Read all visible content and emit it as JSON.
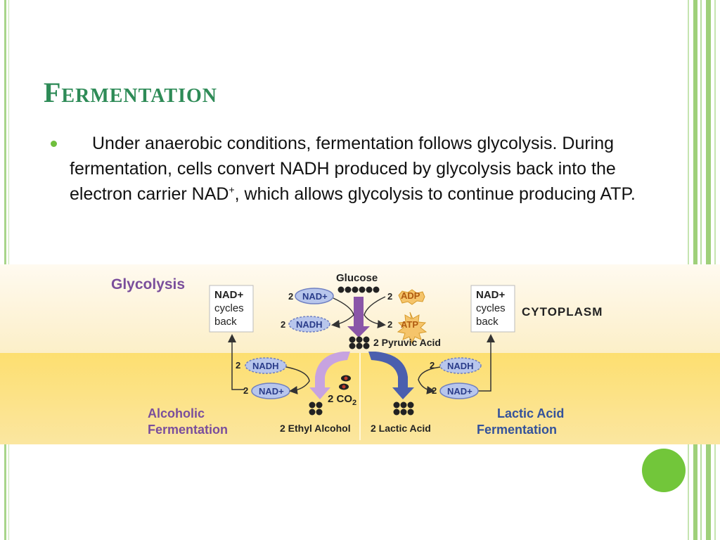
{
  "slide": {
    "title": "Fermentation",
    "bullet": {
      "text_before_sup": "Under anaerobic conditions, fermentation follows glycolysis. During fermentation, cells convert NADH produced by glycolysis back into the electron carrier NAD",
      "sup": "+",
      "text_after_sup": ", which allows glycolysis to continue producing ATP."
    }
  },
  "diagram": {
    "glycolysis_label": "Glycolysis",
    "cytoplasm_label": "CYTOPLASM",
    "glucose_label": "Glucose",
    "pyruvic_label": "2 Pyruvic Acid",
    "co2_label_prefix": "2 CO",
    "co2_sub": "2",
    "ethyl_label": "2 Ethyl Alcohol",
    "lactic_label": "2 Lactic Acid",
    "alcoholic_line1": "Alcoholic",
    "alcoholic_line2": "Fermentation",
    "lactic_line1": "Lactic Acid",
    "lactic_line2": "Fermentation",
    "box_line1": "NAD+",
    "box_line2": "cycles",
    "box_line3": "back",
    "nad_plus": "NAD+",
    "nadh": "NADH",
    "adp": "ADP",
    "atp": "ATP",
    "two": "2",
    "colors": {
      "band_top": "#fdf3d3",
      "band_bottom": "#fce17a",
      "purple": "#8a56a8",
      "purple_light": "#c7a3e0",
      "blue": "#4b5fae",
      "nad_fill": "#b8c6ec",
      "atp_fill": "#f5c46a",
      "label_purple": "#7a4e9c",
      "label_blue": "#34529b"
    }
  }
}
